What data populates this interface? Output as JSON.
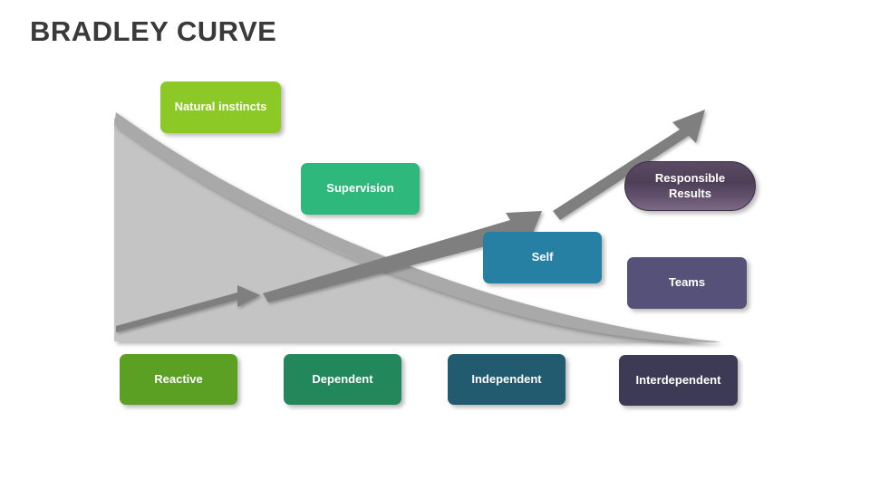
{
  "slide": {
    "title": "BRADLEY CURVE",
    "title_color": "#3a3a3a",
    "background": "#ffffff"
  },
  "stages": [
    {
      "id": "reactive",
      "label": "Reactive",
      "color": "#5ba022"
    },
    {
      "id": "dependent",
      "label": "Dependent",
      "color": "#22885c"
    },
    {
      "id": "independent",
      "label": "Independent",
      "color": "#225a70"
    },
    {
      "id": "interdependent",
      "label": "Interdependent",
      "color": "#3c3a55"
    }
  ],
  "callouts": [
    {
      "id": "natural-instincts",
      "label": "Natural instincts",
      "color": "#8cc926",
      "shape": "rounded-rect"
    },
    {
      "id": "supervision",
      "label": "Supervision",
      "color": "#2eb87c",
      "shape": "rounded-rect"
    },
    {
      "id": "self",
      "label": "Self",
      "color": "#2680a4",
      "shape": "rounded-rect"
    },
    {
      "id": "responsible-results",
      "label_line1": "Responsible",
      "label_line2": "Results",
      "color": "#55455e",
      "shape": "pill"
    },
    {
      "id": "teams",
      "label": "Teams",
      "color": "#565178",
      "shape": "rounded-rect"
    }
  ],
  "graphics": {
    "declining_curve": {
      "name": "declining-injury-rate-curve",
      "fill": "#c3c3c3",
      "band": "#a8a8a8",
      "description": "Descending shaded area representing decreasing injury rates from Reactive to Interdependent"
    },
    "ascending_arrow": {
      "name": "ascending-safety-culture-arrow",
      "color": "#7f7f7f",
      "segments": 3,
      "description": "Three-segment upward arrow representing increasing safety culture maturity"
    }
  }
}
